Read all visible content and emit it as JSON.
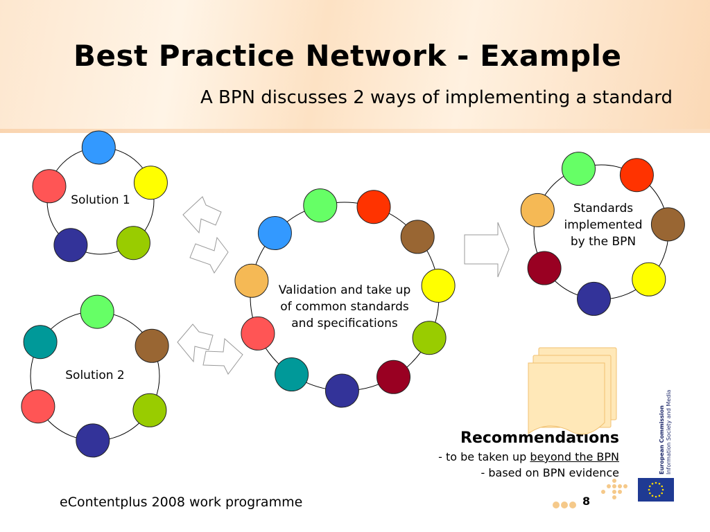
{
  "slide": {
    "title": "Best Practice Network - Example",
    "subtitle": "A BPN discusses 2 ways of implementing a standard"
  },
  "diagram": {
    "solution1": {
      "label": "Solution 1",
      "colors": [
        "#3399ff",
        "#ffff00",
        "#99cc00",
        "#333399",
        "#ff5555"
      ]
    },
    "solution2": {
      "label": "Solution 2",
      "colors": [
        "#66ff66",
        "#996633",
        "#99cc00",
        "#333399",
        "#ff5555",
        "#009999"
      ]
    },
    "center": {
      "label_lines": [
        "Validation and take up",
        "of common standards",
        "and specifications"
      ],
      "colors": [
        "#ff3300",
        "#996633",
        "#ffff00",
        "#99cc00",
        "#990022",
        "#333399",
        "#009999",
        "#ff5555",
        "#f5b955",
        "#3399ff",
        "#66ff66"
      ]
    },
    "standards": {
      "label_lines": [
        "Standards",
        "implemented",
        "by the BPN"
      ],
      "colors": [
        "#ff3300",
        "#996633",
        "#ffff00",
        "#333399",
        "#990022",
        "#f5b955",
        "#66ff66"
      ]
    }
  },
  "recommendations": {
    "title": "Recommendations",
    "line1_prefix": "- to be taken up ",
    "line1_link": "beyond the BPN",
    "line2": "- based on BPN evidence"
  },
  "footer": {
    "text": "eContentplus 2008 work programme",
    "page_number": "8"
  },
  "logo": {
    "line1": "European Commission",
    "line2": "Information Society and Media"
  },
  "colors": {
    "document_fill": "#ffe8b8",
    "document_stroke": "#f0c070",
    "arrow_stroke": "#999999",
    "flag_blue": "#1f3a93",
    "flag_star": "#ffdd00"
  }
}
